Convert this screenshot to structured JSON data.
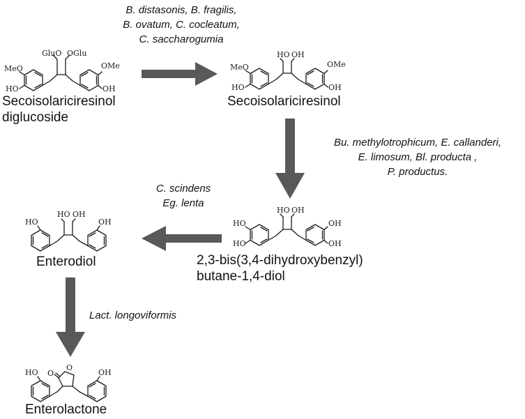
{
  "diagram": {
    "compounds": {
      "sdg": {
        "name_line1": "Secoisolariciresinol",
        "name_line2": "diglucoside",
        "atoms": {
          "meo": "MeO",
          "ho": "HO",
          "glu_o1": "GluO",
          "o_glu2": "OGlu",
          "ome": "OMe",
          "oh": "OH"
        }
      },
      "seco": {
        "name": "Secoisolariciresinol",
        "atoms": {
          "meo": "MeO",
          "ho": "HO",
          "ho_chain": "HO",
          "oh_chain": "OH",
          "ome": "OMe",
          "oh": "OH"
        }
      },
      "bis": {
        "name_line1": "2,3-bis(3,4-dihydroxybenzyl)",
        "name_line2": "butane-1,4-diol",
        "atoms": {
          "ho_top": "HO",
          "ho_bot": "HO",
          "ho_chain": "HO",
          "oh_chain": "OH",
          "oh_top": "OH",
          "oh_bot": "OH"
        }
      },
      "enterodiol": {
        "name": "Enterodiol",
        "atoms": {
          "ho": "HO",
          "ho_chain": "HO",
          "oh_chain": "OH",
          "oh": "OH"
        }
      },
      "enterolactone": {
        "name": "Enterolactone",
        "atoms": {
          "ho": "HO",
          "o_carbonyl": "O",
          "o_ring": "O",
          "oh": "OH"
        }
      }
    },
    "steps": {
      "step1": {
        "lines": [
          "B. distasonis, B. fragilis,",
          "B. ovatum, C. cocleatum,",
          "C. saccharogumia"
        ]
      },
      "step2": {
        "lines": [
          "Bu. methylotrophicum, E. callanderi,",
          "E. limosum, Bl. producta ,",
          "P. productus."
        ]
      },
      "step3": {
        "lines": [
          "C. scindens",
          "Eg. lenta"
        ]
      },
      "step4": {
        "lines": [
          "Lact. longoviformis"
        ]
      }
    },
    "colors": {
      "arrow": "#595959",
      "text": "#111111",
      "bond": "#1a1a1a"
    }
  }
}
